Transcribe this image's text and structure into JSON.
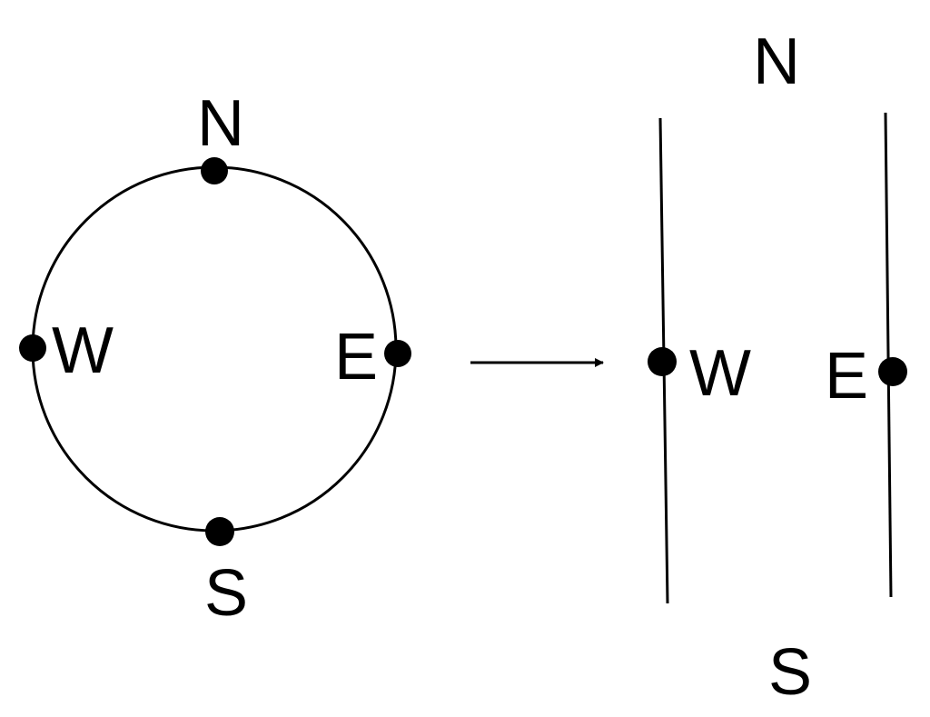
{
  "colors": {
    "ink": "#000000",
    "background": "#ffffff"
  },
  "globe": {
    "north": "N",
    "south": "S",
    "west": "W",
    "east": "E"
  },
  "projection": {
    "north": "N",
    "south": "S",
    "west": "W",
    "east": "E"
  }
}
